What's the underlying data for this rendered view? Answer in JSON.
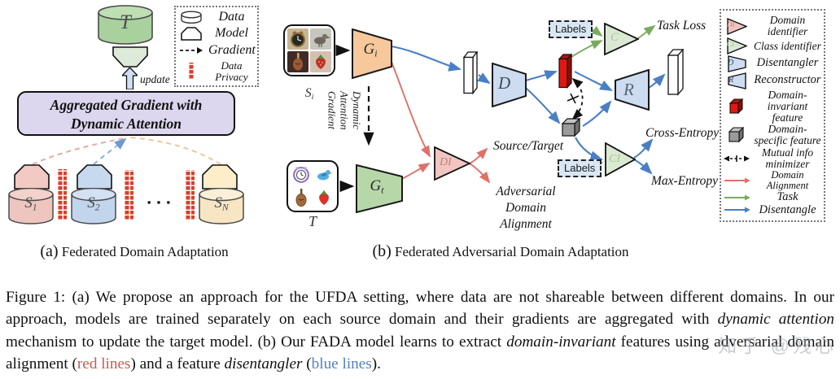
{
  "panel_a": {
    "target_db_label": "T",
    "update_label": "update",
    "agg_line1": "Aggregated Gradient with",
    "agg_line2": "Dynamic Attention",
    "sources": [
      {
        "name": "S",
        "sub": "1"
      },
      {
        "name": "S",
        "sub": "2"
      },
      {
        "name": "S",
        "sub": "N"
      }
    ],
    "ellipsis": "▪ ▪ ▪",
    "caption_tag": "(a)",
    "caption_text": "Federated Domain Adaptation"
  },
  "legend_a": {
    "items": [
      {
        "icon": "data-cylinder-icon",
        "label": "Data"
      },
      {
        "icon": "model-pentagon-icon",
        "label": "Model"
      },
      {
        "icon": "gradient-dashed-arrow-icon",
        "label": "Gradient"
      },
      {
        "icon": "data-privacy-brick-icon",
        "label": "Data Privacy"
      }
    ]
  },
  "panel_b": {
    "source_label": {
      "name": "S",
      "sub": "i"
    },
    "target_label": "T",
    "gi_label": {
      "name": "G",
      "sub": "i"
    },
    "gt_label": {
      "name": "G",
      "sub": "t"
    },
    "dynamic_gradient_lines": [
      "Dynamic",
      "Attention",
      "Gradient"
    ],
    "d_label": "D",
    "r_label": "R",
    "di_label": "DI",
    "c_label": "C",
    "ci_label": "CI",
    "labels_top": "Labels",
    "labels_bottom": "Labels",
    "task_loss": "Task Loss",
    "source_target": "Source/Target",
    "adversarial_lines": [
      "Adversarial",
      "Domain",
      "Alignment"
    ],
    "cross_entropy": "Cross-Entropy",
    "max_entropy": "Max-Entropy",
    "caption_tag": "(b)",
    "caption_text": "Federated Adversarial Domain Adaptation"
  },
  "legend_b": {
    "items": [
      {
        "icon": "domain-identifier-triangle-icon",
        "letter": "DI",
        "label": "Domain identifier"
      },
      {
        "icon": "class-identifier-triangle-icon",
        "letter": "CI",
        "label": "Class identifier"
      },
      {
        "icon": "disentangler-trapezoid-icon",
        "letter": "D",
        "label": "Disentangler"
      },
      {
        "icon": "reconstructor-trapezoid-icon",
        "letter": "R",
        "label": "Reconstructor"
      },
      {
        "icon": "domain-invariant-feature-icon",
        "letter": "",
        "label": "Domain-invariant feature"
      },
      {
        "icon": "domain-specific-feature-icon",
        "letter": "",
        "label": "Domain-specific feature"
      },
      {
        "icon": "mutual-info-minimizer-icon",
        "letter": "",
        "label": "Mutual info minimizer"
      },
      {
        "icon": "domain-alignment-arrow-icon",
        "letter": "",
        "label": "Domain Alignment"
      },
      {
        "icon": "task-arrow-icon",
        "letter": "",
        "label": "Task"
      },
      {
        "icon": "disentangle-arrow-icon",
        "letter": "",
        "label": "Disentangle"
      }
    ]
  },
  "figure_caption": {
    "segments": [
      {
        "t": "Figure 1: (a) We propose an approach for the UFDA setting, where data are not shareable between different domains.  In our approach, models are trained separately on each source domain and their gradients are aggregated with "
      },
      {
        "t": "dynamic attention",
        "em": true
      },
      {
        "t": " mechanism to update the target model. (b) Our FADA model learns to extract "
      },
      {
        "t": "domain-invariant",
        "em": true
      },
      {
        "t": " features using adversarial domain alignment ("
      },
      {
        "t": "red lines",
        "color": "red"
      },
      {
        "t": ") and a feature "
      },
      {
        "t": "disentangler",
        "em": true
      },
      {
        "t": " ("
      },
      {
        "t": "blue lines",
        "color": "blue"
      },
      {
        "t": ")."
      }
    ]
  },
  "watermark": "知乎 @残心",
  "colors": {
    "blue_line": "#4a7fc4",
    "red_line": "#e07068",
    "green_line": "#7aab5e",
    "caption_red": "#c85a52",
    "caption_blue": "#4f81c7",
    "domain_invariant_feature": "#e01810",
    "domain_specific_feature": "#9b9b9b",
    "agg_box_fill": "#dcd6ee"
  }
}
